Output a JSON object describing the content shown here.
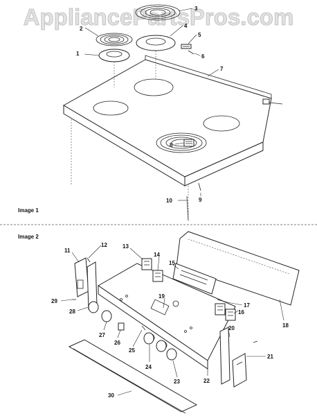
{
  "watermark": "AppliancePartsPros.com",
  "sections": [
    {
      "title": "Image 1"
    },
    {
      "title": "Image 2"
    }
  ],
  "image1_callouts": [
    "1",
    "2",
    "3",
    "4",
    "5",
    "6",
    "7",
    "8",
    "9",
    "10"
  ],
  "image2_callouts": [
    "11",
    "12",
    "13",
    "14",
    "15",
    "16",
    "17",
    "18",
    "19",
    "20",
    "21",
    "22",
    "23",
    "24",
    "25",
    "26",
    "27",
    "28",
    "29",
    "30"
  ]
}
